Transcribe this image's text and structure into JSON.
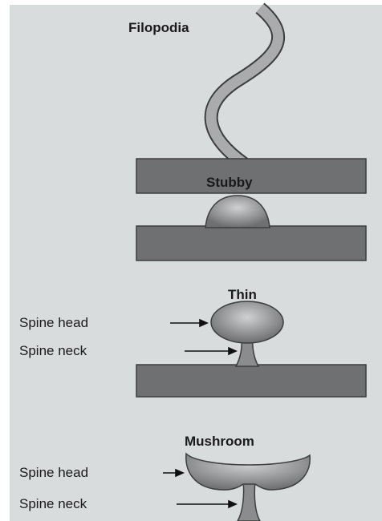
{
  "spine_types": [
    {
      "title": "Filopodia"
    },
    {
      "title": "Stubby"
    },
    {
      "title": "Thin",
      "head_label": "Spine head",
      "neck_label": "Spine neck"
    },
    {
      "title": "Mushroom",
      "head_label": "Spine head",
      "neck_label": "Spine neck"
    }
  ],
  "colors": {
    "background": "#d8dcdd",
    "dendrite": "#6e7071",
    "spine_light": "#cfd1d2",
    "spine_dark": "#6e7071",
    "outline": "#3c3e3f",
    "text": "#1a1a1a"
  }
}
